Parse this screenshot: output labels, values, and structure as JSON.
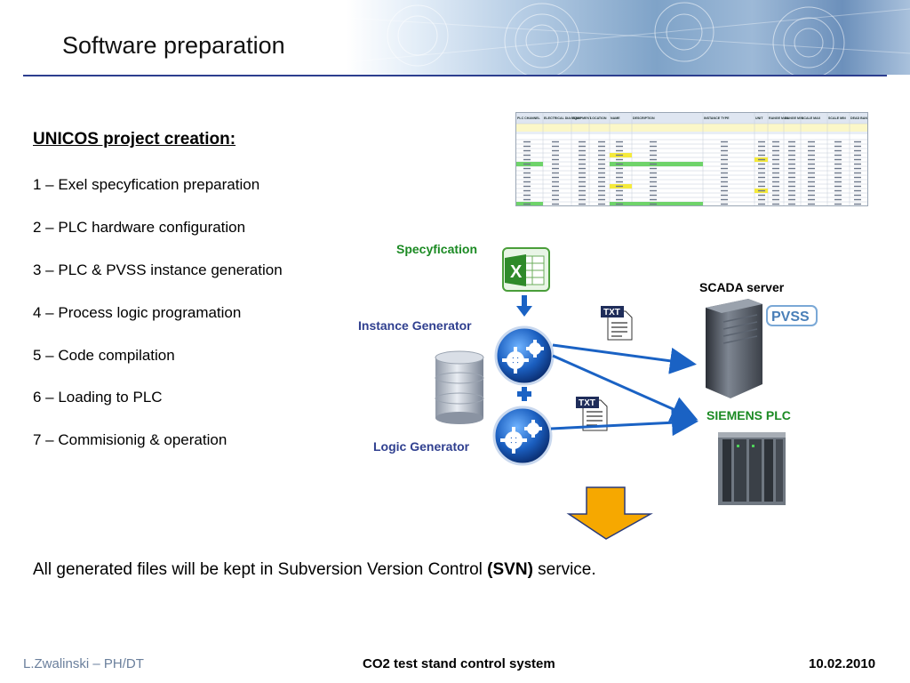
{
  "slide": {
    "title": "Software preparation",
    "list_heading": "UNICOS project creation:",
    "steps": [
      "1 – Exel specyfication preparation",
      "2 – PLC hardware configuration",
      "3 – PLC & PVSS instance generation",
      "4 – Process logic programation",
      "5 – Code compilation",
      "6 – Loading to PLC",
      "7 – Commisionig & operation"
    ],
    "svn_prefix": "All generated files will be kept in Subversion Version Control ",
    "svn_bold": "(SVN)",
    "svn_suffix": " service."
  },
  "spreadsheet": {
    "headers": [
      "PLC CHANNEL",
      "ELECTRICAL DIAGRAM",
      "EQUIPMENT",
      "LOCATION",
      "NAME",
      "DESCRIPTION",
      "INSTANCE TYPE",
      "UNIT",
      "RANGE MAX",
      "RANGE MIN",
      "SCALE MAX",
      "SCALE MIN",
      "DEAD BAND (%)"
    ]
  },
  "diagram": {
    "specyfication_label": "Specyfication",
    "instance_generator_label": "Instance Generator",
    "logic_generator_label": "Logic Generator",
    "scada_label": "SCADA server",
    "plc_label": "SIEMENS PLC",
    "pvss_badge": "PVSS",
    "txt_badge": "TXT",
    "colors": {
      "arrow_blue": "#1a62c4",
      "down_arrow": "#f6a800",
      "green": "#1b8a23",
      "navy": "#2f3f8f"
    }
  },
  "footer": {
    "author": "L.Zwalinski – PH/DT",
    "center": "CO2 test stand control system",
    "date": "10.02.2010"
  }
}
